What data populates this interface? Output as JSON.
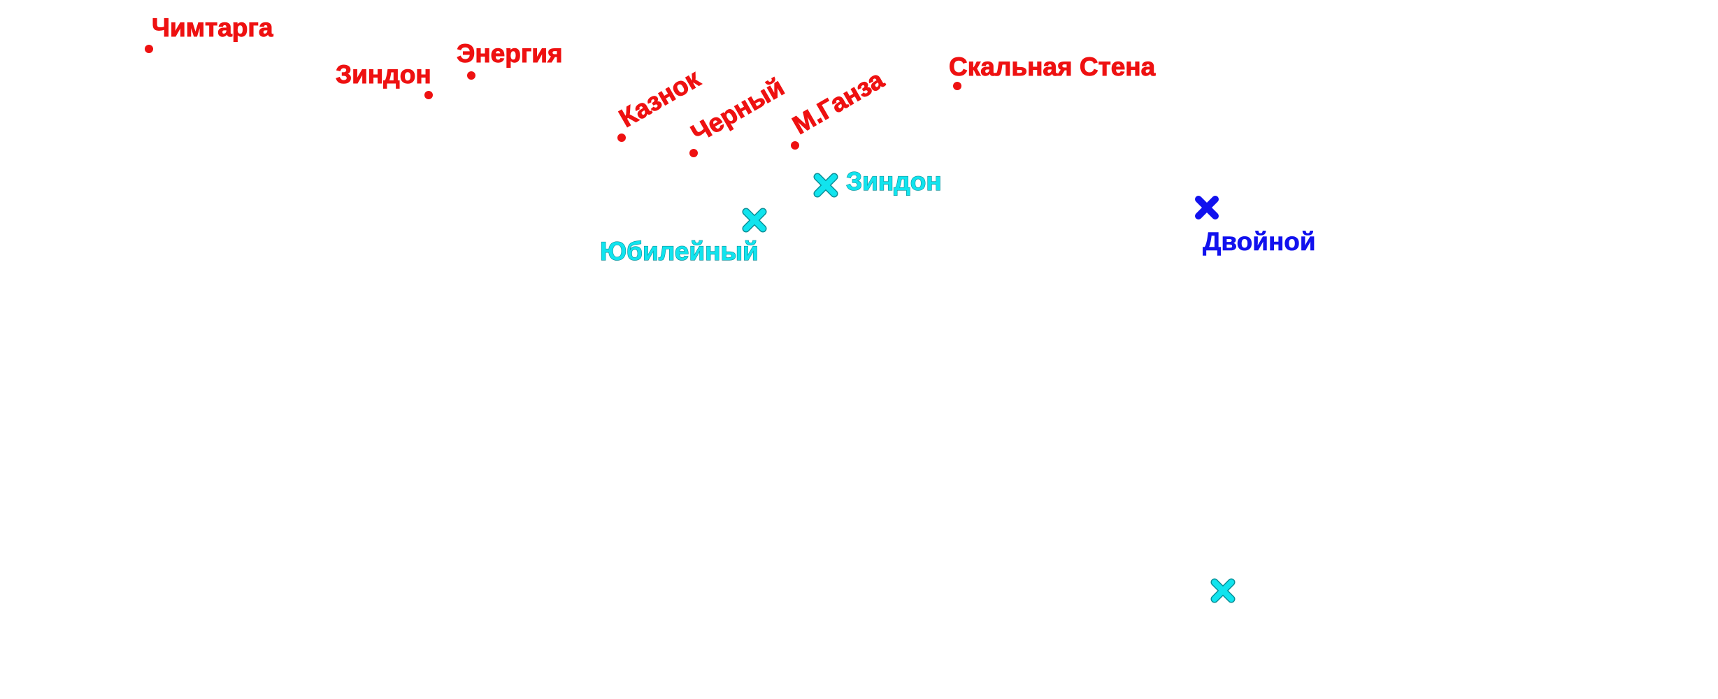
{
  "map": {
    "colors": {
      "peak": "#ee1111",
      "station": "#11e4ee",
      "station_outline": "#0a8f97",
      "station_selected": "#1111ee"
    },
    "peaks": [
      {
        "name": "Чимтарга"
      },
      {
        "name": "Зиндон"
      },
      {
        "name": "Энергия"
      },
      {
        "name": "Казнок"
      },
      {
        "name": "Черный"
      },
      {
        "name": "М.Ганза"
      },
      {
        "name": "Скальная Стена"
      }
    ],
    "stations": [
      {
        "name": "Зиндон",
        "icon": "cross-marker-icon"
      },
      {
        "name": "Юбилейный",
        "icon": "cross-marker-icon"
      },
      {
        "name": "Двойной",
        "icon": "cross-marker-icon"
      },
      {
        "name": "",
        "icon": "cross-marker-icon"
      }
    ]
  }
}
